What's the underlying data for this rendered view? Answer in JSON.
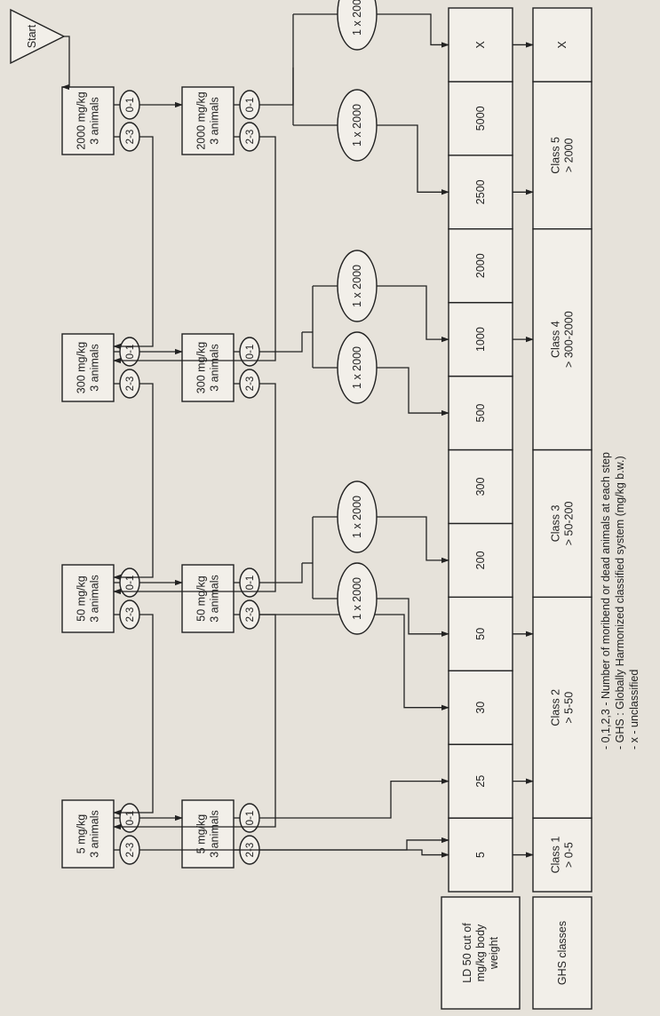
{
  "start": "Start",
  "row_labels": {
    "ld50": [
      "LD 50 cut of",
      "mg/kg body",
      "weight"
    ],
    "ghs": "GHS classes"
  },
  "dose_boxes": {
    "d2000a": [
      "2000 mg/kg",
      "3 animals"
    ],
    "d2000b": [
      "2000 mg/kg",
      "3 animals"
    ],
    "d300a": [
      "300 mg/kg",
      "3 animals"
    ],
    "d300b": [
      "300 mg/kg",
      "3 animals"
    ],
    "d50a": [
      "50 mg/kg",
      "3 animals"
    ],
    "d50b": [
      "50 mg/kg",
      "3 animals"
    ],
    "d5a": [
      "5 mg/kg",
      "3 animals"
    ],
    "d5b": [
      "5 mg/kg",
      "3 animals"
    ]
  },
  "outcomes": {
    "low": "0-1",
    "high": "2-3"
  },
  "extra_test": "1 x 2000",
  "cutoffs": [
    "5",
    "25",
    "30",
    "50",
    "200",
    "300",
    "500",
    "1000",
    "2000",
    "2500",
    "5000",
    "X"
  ],
  "ghs_classes": [
    [
      "Class 1",
      "> 0-5"
    ],
    [
      "Class 2",
      "> 5-50"
    ],
    [
      "Class 3",
      "> 50-200"
    ],
    [
      "Class 4",
      "> 300-2000"
    ],
    [
      "Class 5",
      "> 2000"
    ],
    [
      "X"
    ]
  ],
  "notes": [
    "- 0,1,2,3 - Number of moribend or dead animals at each step",
    "- GHS : Globally Harmonized classified system (mg/kg b.w.)",
    "- x - unclassified"
  ],
  "colors": {
    "ink": "#222222",
    "paper": "#f2efe9",
    "background": "#e6e2da"
  }
}
